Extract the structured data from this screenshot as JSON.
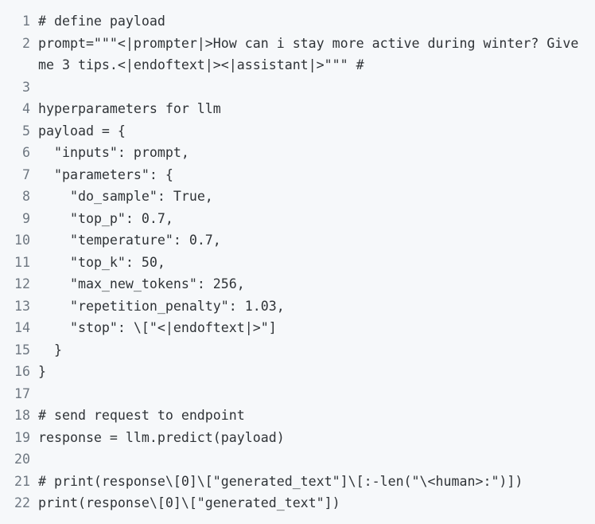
{
  "code_block": {
    "language": "python",
    "background_color": "#f6f8fa",
    "text_color": "#2f3337",
    "line_number_color": "#6e7781",
    "lines": [
      {
        "num": "1",
        "text": "# define payload"
      },
      {
        "num": "2",
        "text": "prompt=\"\"\"<|prompter|>How can i stay more active during winter? Give me 3 tips.<|endoftext|><|assistant|>\"\"\" #"
      },
      {
        "num": "3",
        "text": ""
      },
      {
        "num": "4",
        "text": "hyperparameters for llm"
      },
      {
        "num": "5",
        "text": "payload = {"
      },
      {
        "num": "6",
        "text": "  \"inputs\": prompt,"
      },
      {
        "num": "7",
        "text": "  \"parameters\": {"
      },
      {
        "num": "8",
        "text": "    \"do_sample\": True,"
      },
      {
        "num": "9",
        "text": "    \"top_p\": 0.7,"
      },
      {
        "num": "10",
        "text": "    \"temperature\": 0.7,"
      },
      {
        "num": "11",
        "text": "    \"top_k\": 50,"
      },
      {
        "num": "12",
        "text": "    \"max_new_tokens\": 256,"
      },
      {
        "num": "13",
        "text": "    \"repetition_penalty\": 1.03,"
      },
      {
        "num": "14",
        "text": "    \"stop\": \\[\"<|endoftext|>\"]"
      },
      {
        "num": "15",
        "text": "  }"
      },
      {
        "num": "16",
        "text": "}"
      },
      {
        "num": "17",
        "text": ""
      },
      {
        "num": "18",
        "text": "# send request to endpoint"
      },
      {
        "num": "19",
        "text": "response = llm.predict(payload)"
      },
      {
        "num": "20",
        "text": ""
      },
      {
        "num": "21",
        "text": "# print(response\\[0]\\[\"generated_text\"]\\[:-len(\"\\<human>:\")])"
      },
      {
        "num": "22",
        "text": "print(response\\[0]\\[\"generated_text\"])"
      }
    ]
  }
}
